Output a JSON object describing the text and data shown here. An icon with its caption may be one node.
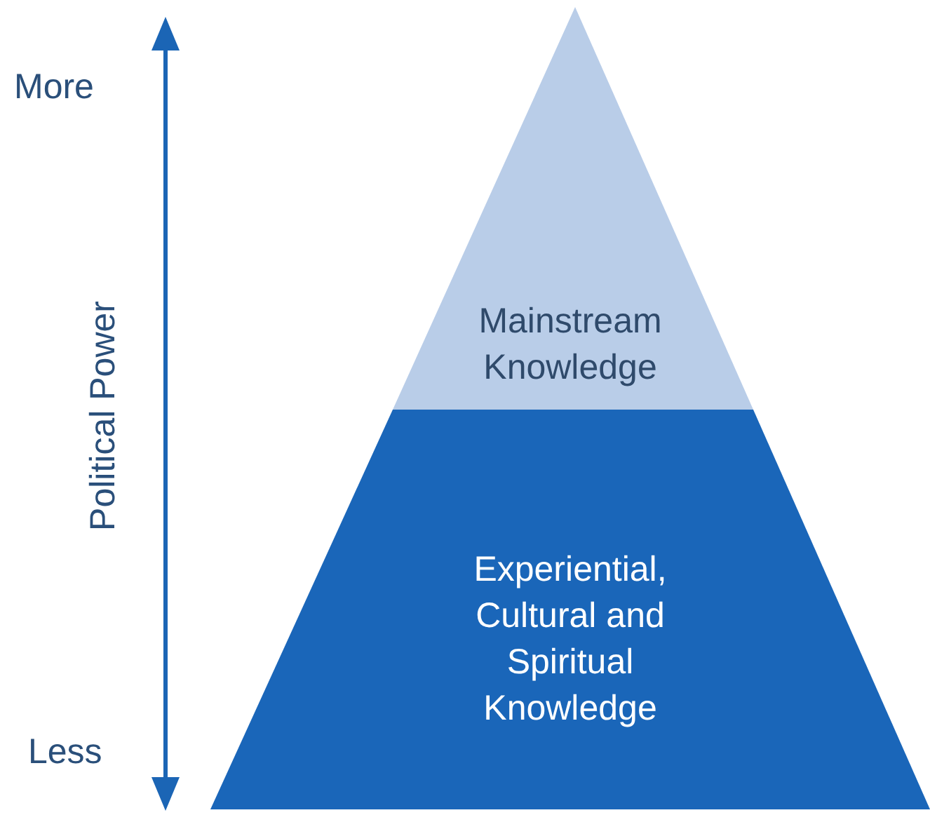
{
  "diagram": {
    "nodes": [
      {
        "text": [
          "Mainstream Knowledge"
        ]
      },
      {
        "text": [
          "Experiential, Cultural and Spiritual Knowledge"
        ]
      }
    ],
    "labels": [
      "More",
      "Political Power",
      "Less"
    ]
  }
}
